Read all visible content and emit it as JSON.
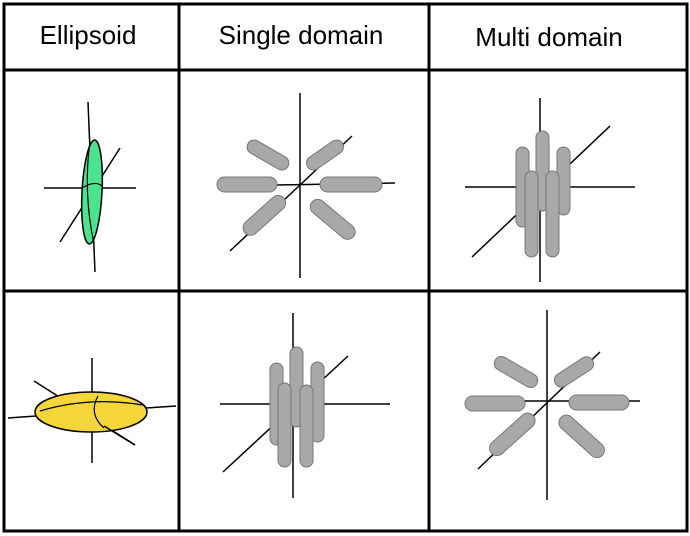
{
  "headers": [
    "Ellipsoid",
    "Single domain",
    "Multi domain"
  ],
  "colors": {
    "border": "#000000",
    "ellipsoid_green": "#4ce38f",
    "ellipsoid_yellow": "#f5d63a",
    "domain_gray": "#a8a8a8",
    "domain_gray_dark": "#8c8c8c"
  }
}
